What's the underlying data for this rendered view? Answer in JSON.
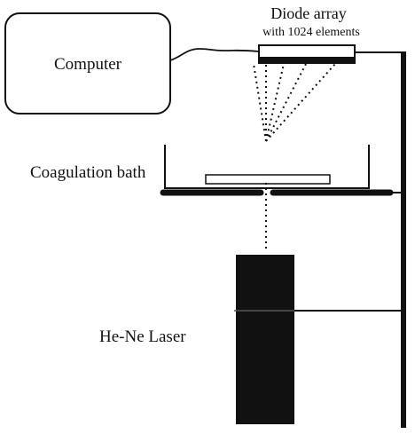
{
  "labels": {
    "computer": "Computer",
    "diode_array_title": "Diode array",
    "diode_array_subtitle": "with 1024 elements",
    "coagulation_bath": "Coagulation bath",
    "laser": "He-Ne Laser"
  },
  "colors": {
    "ink": "#111111",
    "background": "#ffffff"
  }
}
